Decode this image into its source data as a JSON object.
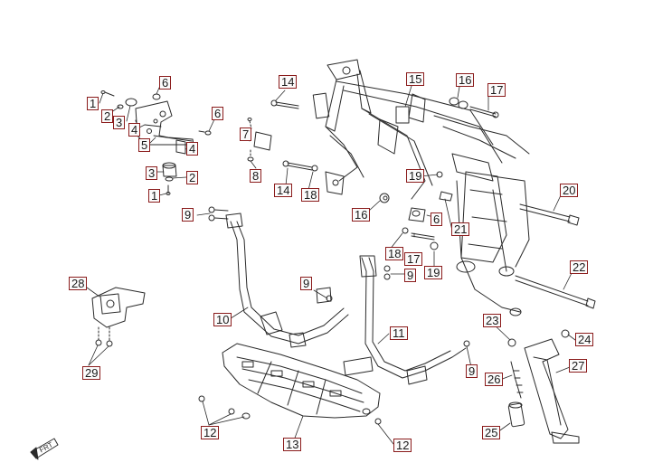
{
  "diagram": {
    "callouts": [
      {
        "id": "c1a",
        "label": "1"
      },
      {
        "id": "c2a",
        "label": "2"
      },
      {
        "id": "c3a",
        "label": "3"
      },
      {
        "id": "c4a",
        "label": "4"
      },
      {
        "id": "c6a",
        "label": "6"
      },
      {
        "id": "c5",
        "label": "5"
      },
      {
        "id": "c4b",
        "label": "4"
      },
      {
        "id": "c6b",
        "label": "6"
      },
      {
        "id": "c3b",
        "label": "3"
      },
      {
        "id": "c2b",
        "label": "2"
      },
      {
        "id": "c1b",
        "label": "1"
      },
      {
        "id": "c7",
        "label": "7"
      },
      {
        "id": "c8",
        "label": "8"
      },
      {
        "id": "c14a",
        "label": "14"
      },
      {
        "id": "c14b",
        "label": "14"
      },
      {
        "id": "c18a",
        "label": "18"
      },
      {
        "id": "c15",
        "label": "15"
      },
      {
        "id": "c16a",
        "label": "16"
      },
      {
        "id": "c17a",
        "label": "17"
      },
      {
        "id": "c19a",
        "label": "19"
      },
      {
        "id": "c16b",
        "label": "16"
      },
      {
        "id": "c6c",
        "label": "6"
      },
      {
        "id": "c21",
        "label": "21"
      },
      {
        "id": "c20",
        "label": "20"
      },
      {
        "id": "c18b",
        "label": "18"
      },
      {
        "id": "c17b",
        "label": "17"
      },
      {
        "id": "c9c",
        "label": "9"
      },
      {
        "id": "c19b",
        "label": "19"
      },
      {
        "id": "c22",
        "label": "22"
      },
      {
        "id": "c9a",
        "label": "9"
      },
      {
        "id": "c9b",
        "label": "9"
      },
      {
        "id": "c10",
        "label": "10"
      },
      {
        "id": "c28",
        "label": "28"
      },
      {
        "id": "c29",
        "label": "29"
      },
      {
        "id": "c11",
        "label": "11"
      },
      {
        "id": "c9d",
        "label": "9"
      },
      {
        "id": "c23",
        "label": "23"
      },
      {
        "id": "c24",
        "label": "24"
      },
      {
        "id": "c27",
        "label": "27"
      },
      {
        "id": "c26",
        "label": "26"
      },
      {
        "id": "c25",
        "label": "25"
      },
      {
        "id": "c12a",
        "label": "12"
      },
      {
        "id": "c13",
        "label": "13"
      },
      {
        "id": "c12b",
        "label": "12"
      }
    ],
    "front_marker": "FRT"
  }
}
